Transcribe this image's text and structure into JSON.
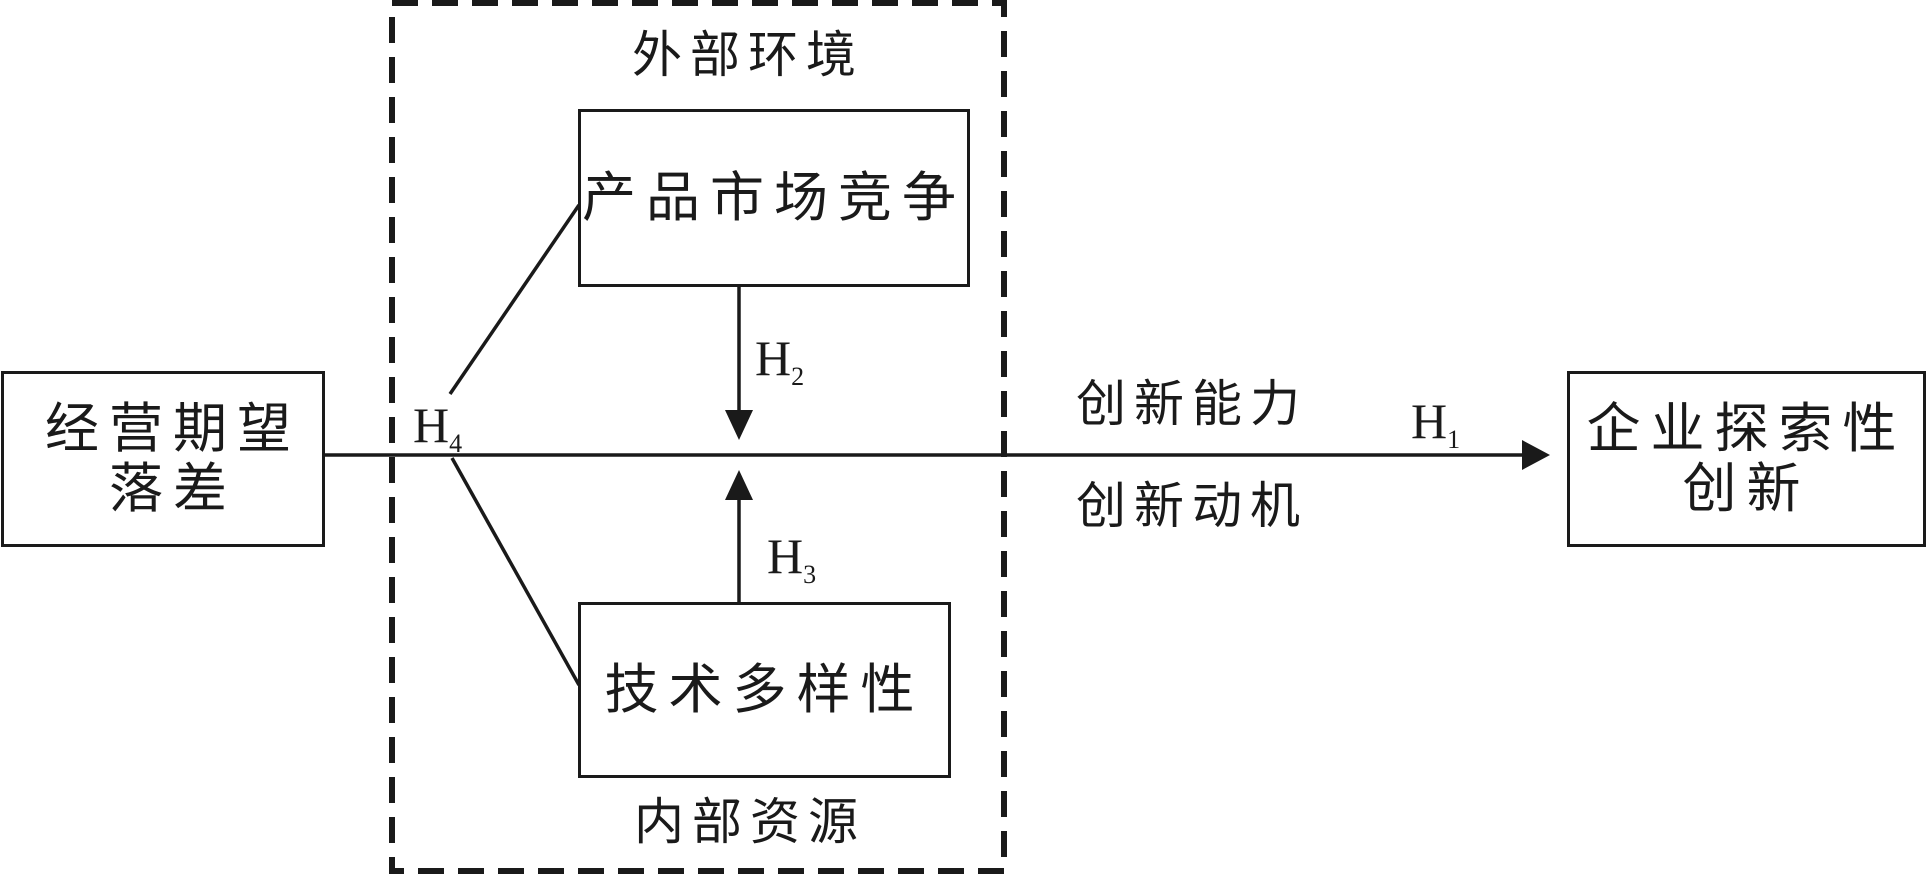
{
  "diagram": {
    "external_env_label": "外部环境",
    "internal_res_label": "内部资源",
    "nodes": {
      "performance_gap": {
        "line1": "经营期望",
        "line2": "落差"
      },
      "product_market": {
        "label": "产品市场竞争"
      },
      "tech_diversity": {
        "label": "技术多样性"
      },
      "exploratory_innovation": {
        "line1": "企业探索性",
        "line2": "创新"
      }
    },
    "path_labels": {
      "capability": "创新能力",
      "motivation": "创新动机"
    },
    "hypotheses": {
      "h1": {
        "letter": "H",
        "sub": "1"
      },
      "h2": {
        "letter": "H",
        "sub": "2"
      },
      "h3": {
        "letter": "H",
        "sub": "3"
      },
      "h4": {
        "letter": "H",
        "sub": "4"
      }
    }
  }
}
